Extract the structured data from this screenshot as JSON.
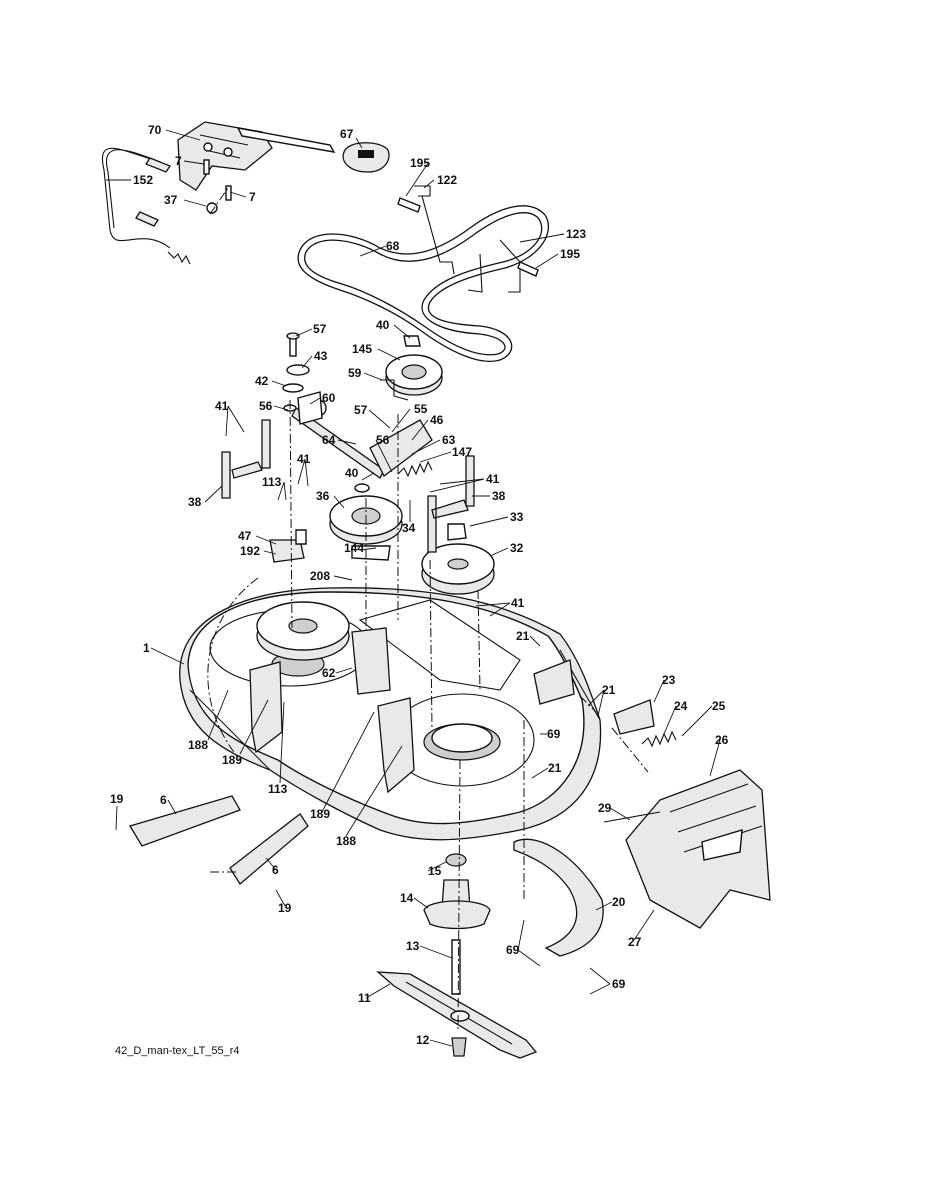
{
  "diagram": {
    "footer_id": "42_D_man-tex_LT_55_r4",
    "callouts": [
      {
        "id": "c70",
        "label": "70"
      },
      {
        "id": "c7a",
        "label": "7"
      },
      {
        "id": "c7b",
        "label": "7"
      },
      {
        "id": "c152",
        "label": "152"
      },
      {
        "id": "c37",
        "label": "37"
      },
      {
        "id": "c67",
        "label": "67"
      },
      {
        "id": "c195a",
        "label": "195"
      },
      {
        "id": "c122",
        "label": "122"
      },
      {
        "id": "c68",
        "label": "68"
      },
      {
        "id": "c123",
        "label": "123"
      },
      {
        "id": "c195b",
        "label": "195"
      },
      {
        "id": "c57a",
        "label": "57"
      },
      {
        "id": "c43",
        "label": "43"
      },
      {
        "id": "c40a",
        "label": "40"
      },
      {
        "id": "c145",
        "label": "145"
      },
      {
        "id": "c42",
        "label": "42"
      },
      {
        "id": "c59",
        "label": "59"
      },
      {
        "id": "c41a",
        "label": "41"
      },
      {
        "id": "c56a",
        "label": "56"
      },
      {
        "id": "c60",
        "label": "60"
      },
      {
        "id": "c57b",
        "label": "57"
      },
      {
        "id": "c55",
        "label": "55"
      },
      {
        "id": "c46",
        "label": "46"
      },
      {
        "id": "c64",
        "label": "64"
      },
      {
        "id": "c63",
        "label": "63"
      },
      {
        "id": "c147",
        "label": "147"
      },
      {
        "id": "c41b",
        "label": "41"
      },
      {
        "id": "c40b",
        "label": "40"
      },
      {
        "id": "c56b",
        "label": "56"
      },
      {
        "id": "c41c",
        "label": "41"
      },
      {
        "id": "c113a",
        "label": "113"
      },
      {
        "id": "c38a",
        "label": "38"
      },
      {
        "id": "c38b",
        "label": "38"
      },
      {
        "id": "c36",
        "label": "36"
      },
      {
        "id": "c34",
        "label": "34"
      },
      {
        "id": "c33",
        "label": "33"
      },
      {
        "id": "c47",
        "label": "47"
      },
      {
        "id": "c192",
        "label": "192"
      },
      {
        "id": "c144",
        "label": "144"
      },
      {
        "id": "c32",
        "label": "32"
      },
      {
        "id": "c208",
        "label": "208"
      },
      {
        "id": "c41d",
        "label": "41"
      },
      {
        "id": "c21a",
        "label": "21"
      },
      {
        "id": "c1",
        "label": "1"
      },
      {
        "id": "c62",
        "label": "62"
      },
      {
        "id": "c23",
        "label": "23"
      },
      {
        "id": "c21b",
        "label": "21"
      },
      {
        "id": "c24",
        "label": "24"
      },
      {
        "id": "c25",
        "label": "25"
      },
      {
        "id": "c69a",
        "label": "69"
      },
      {
        "id": "c26",
        "label": "26"
      },
      {
        "id": "c188a",
        "label": "188"
      },
      {
        "id": "c189a",
        "label": "189"
      },
      {
        "id": "c21c",
        "label": "21"
      },
      {
        "id": "c113b",
        "label": "113"
      },
      {
        "id": "c19a",
        "label": "19"
      },
      {
        "id": "c6a",
        "label": "6"
      },
      {
        "id": "c189b",
        "label": "189"
      },
      {
        "id": "c188b",
        "label": "188"
      },
      {
        "id": "c29",
        "label": "29"
      },
      {
        "id": "c15",
        "label": "15"
      },
      {
        "id": "c6b",
        "label": "6"
      },
      {
        "id": "c19b",
        "label": "19"
      },
      {
        "id": "c14",
        "label": "14"
      },
      {
        "id": "c20",
        "label": "20"
      },
      {
        "id": "c27",
        "label": "27"
      },
      {
        "id": "c13",
        "label": "13"
      },
      {
        "id": "c69b",
        "label": "69"
      },
      {
        "id": "c69c",
        "label": "69"
      },
      {
        "id": "c11",
        "label": "11"
      },
      {
        "id": "c12",
        "label": "12"
      }
    ]
  }
}
